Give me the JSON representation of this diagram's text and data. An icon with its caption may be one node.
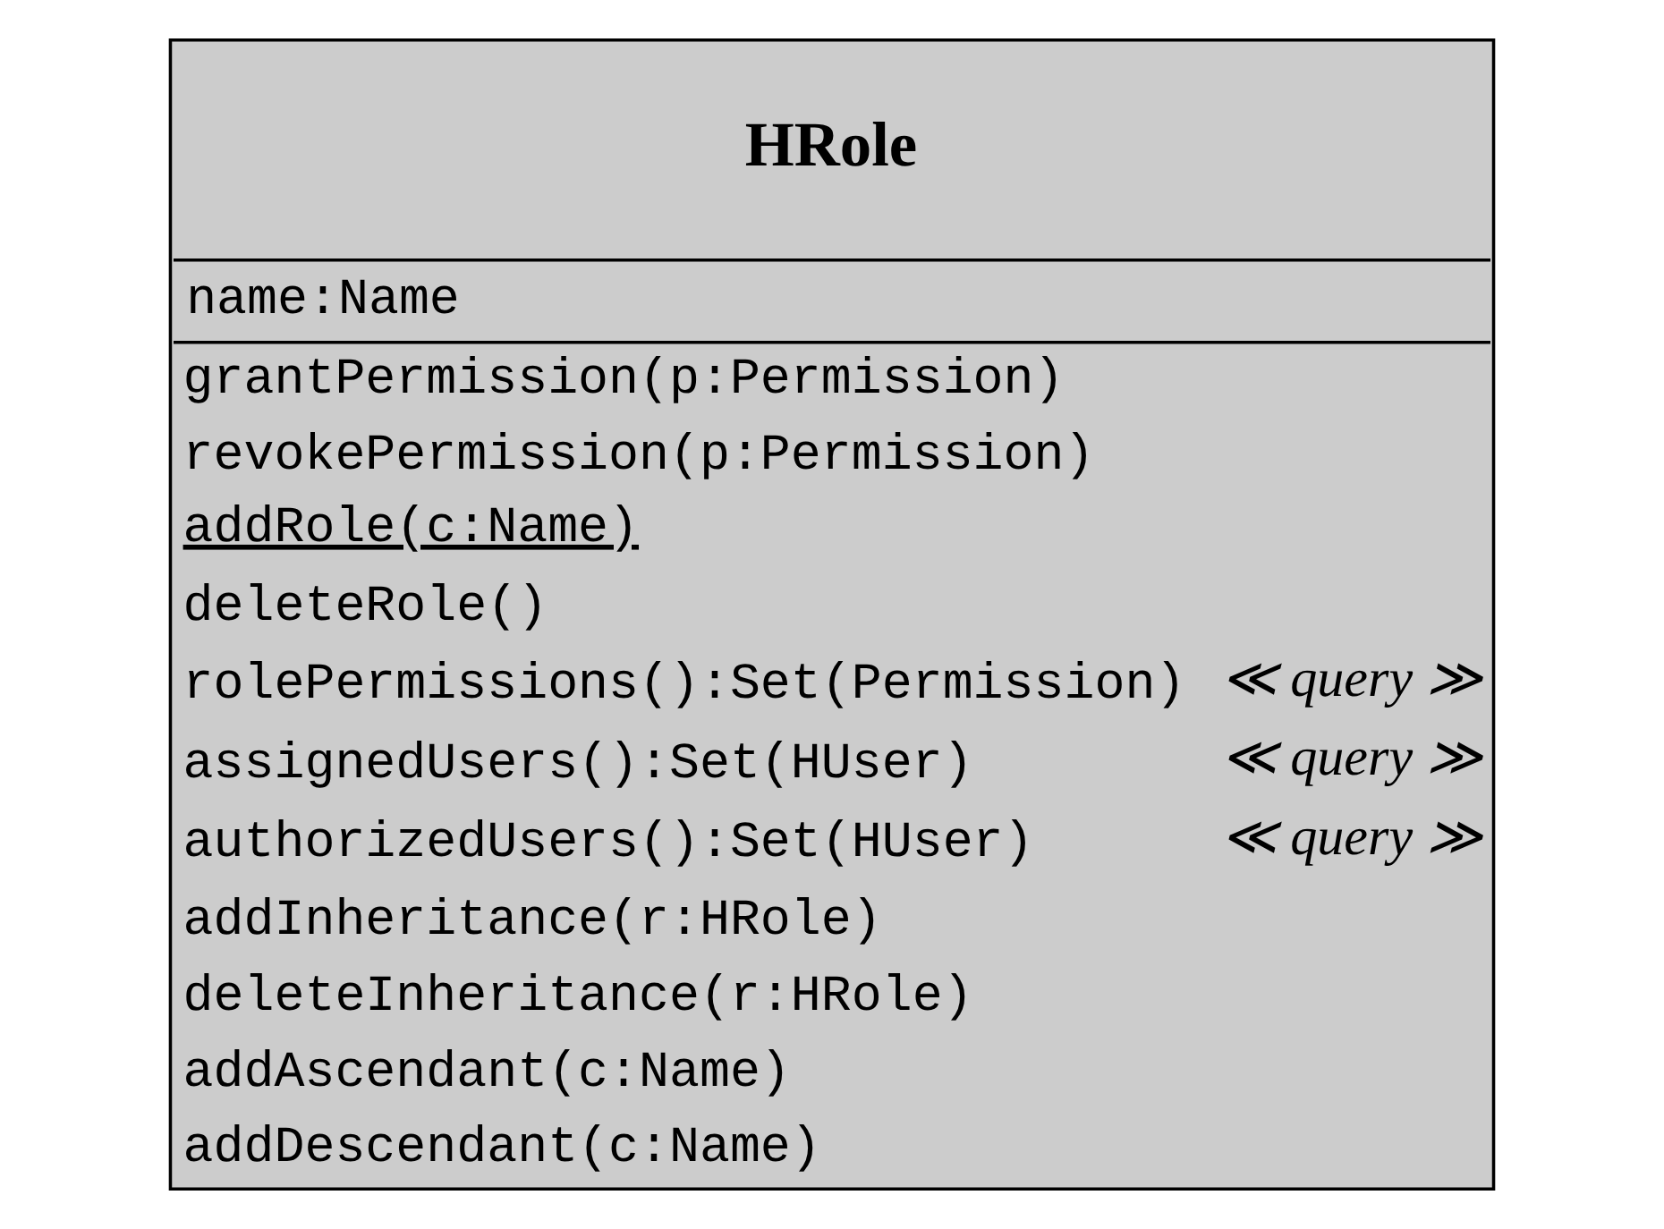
{
  "diagram": {
    "nodes": [
      {
        "text": [
          "HRole",
          "name:Name",
          "grantPermission(p:Permission)",
          "revokePermission(p:Permission)",
          "addRole(c:Name)",
          "deleteRole()",
          "rolePermissions():Set(Permission)",
          "≪ query ≫",
          "assignedUsers():Set(HUser)",
          "≪ query ≫",
          "authorizedUsers():Set(HUser)",
          "≪ query ≫",
          "addInheritance(r:HRole)",
          "deleteInheritance(r:HRole)",
          "addAscendant(c:Name)",
          "addDescendant(c:Name)"
        ]
      }
    ]
  }
}
